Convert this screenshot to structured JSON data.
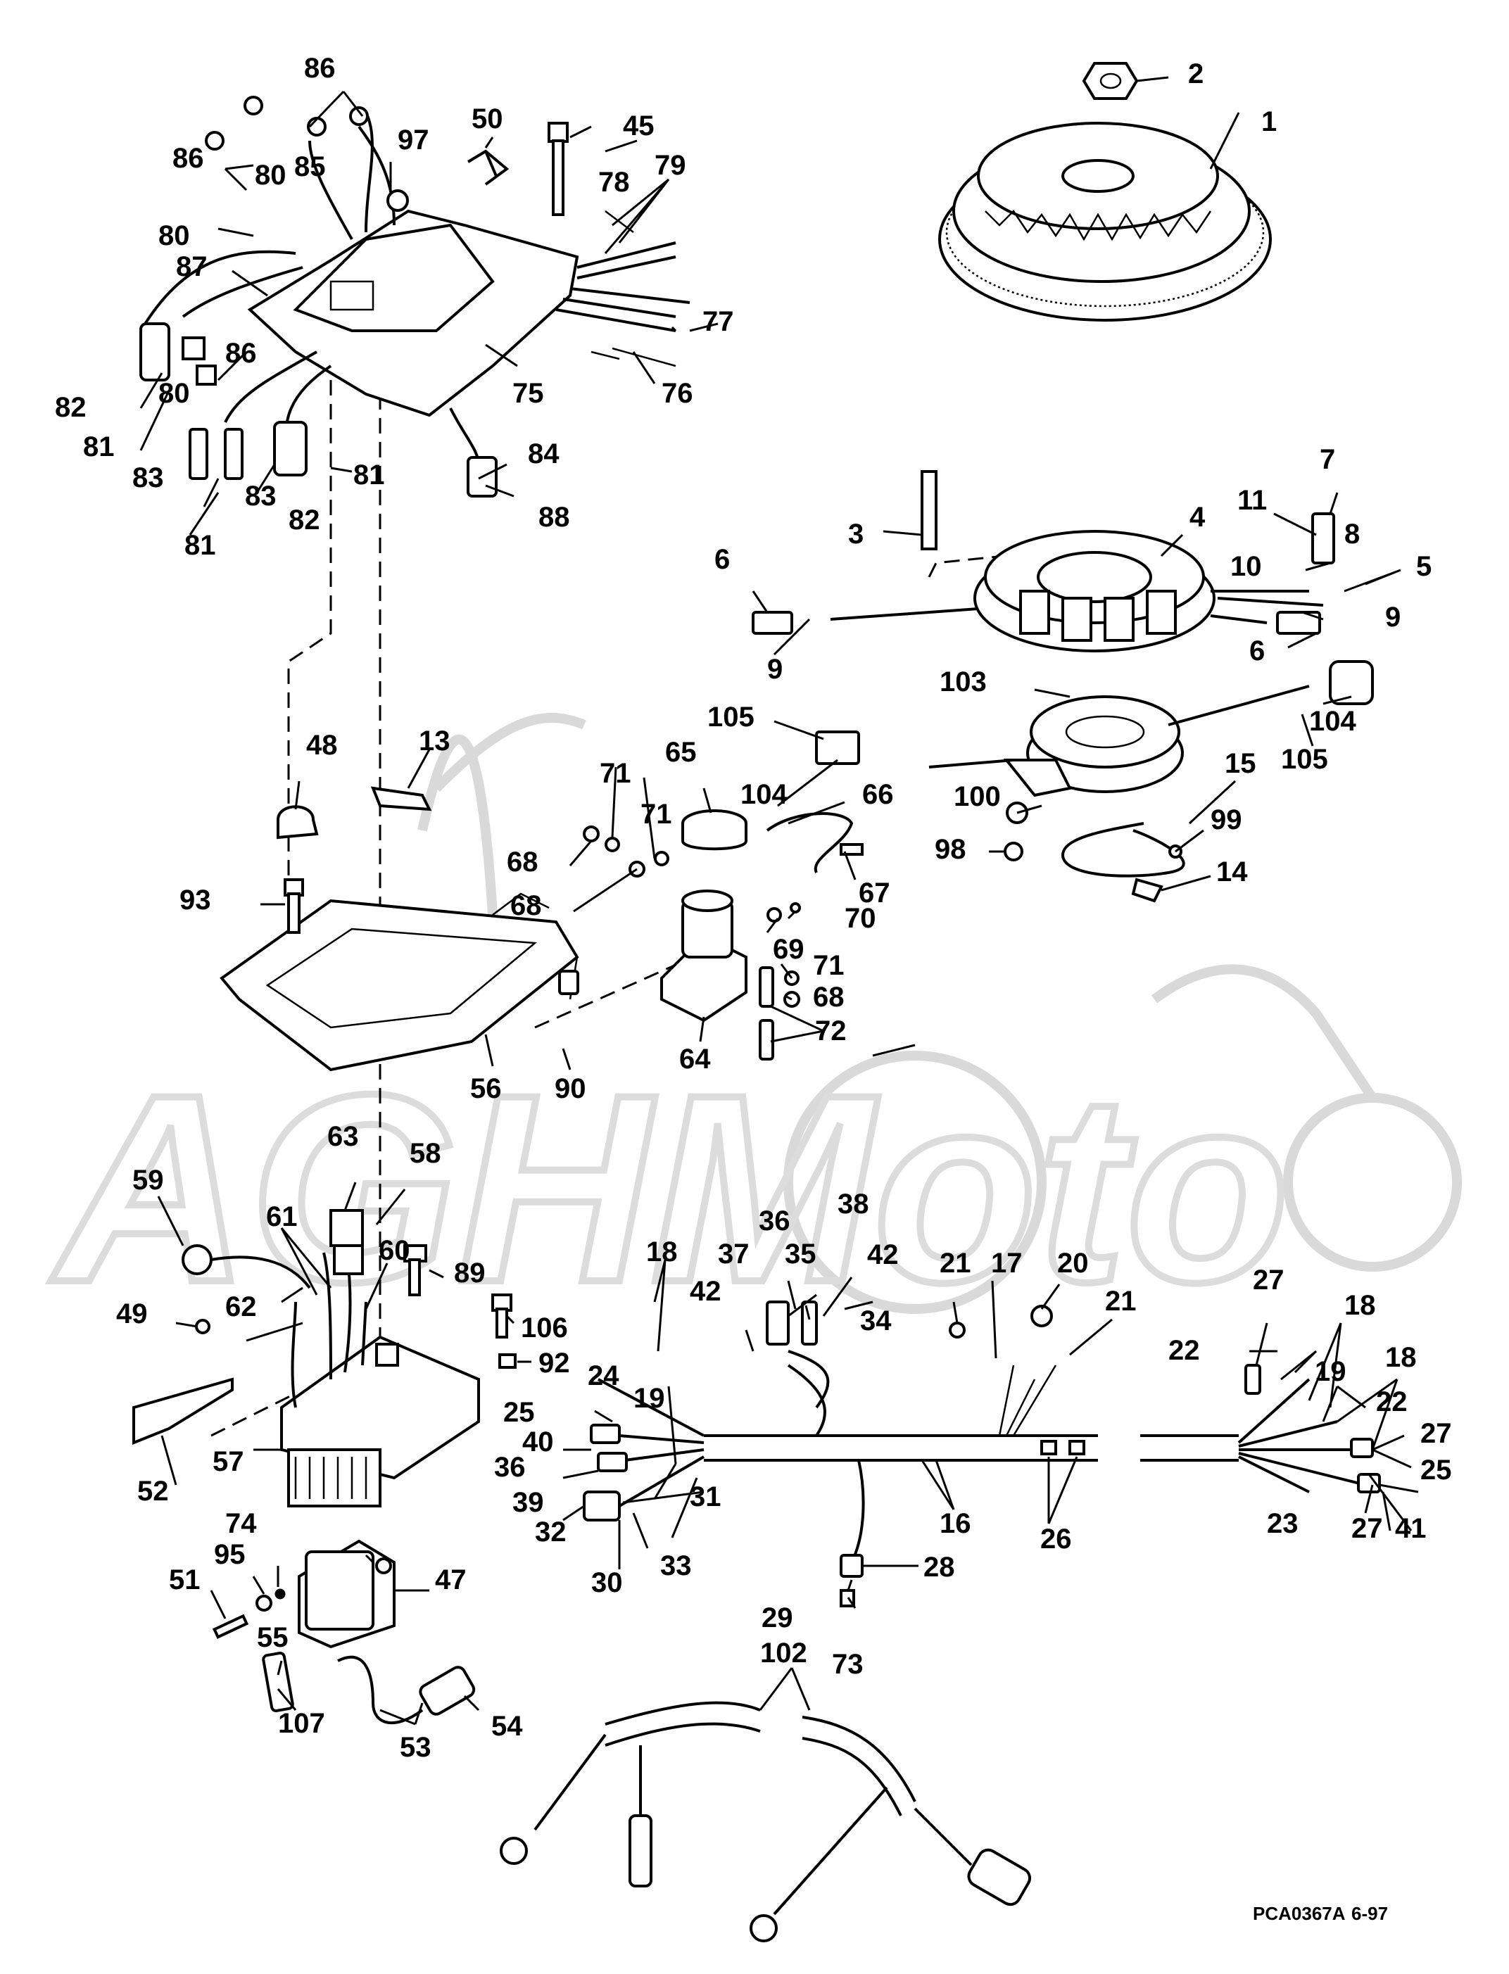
{
  "diagram": {
    "drawing_code": "PCA0367A",
    "drawing_date": "6-97",
    "watermark_text": "AGHMoto",
    "callouts": [
      "1",
      "2",
      "3",
      "4",
      "5",
      "5",
      "6",
      "6",
      "7",
      "8",
      "9",
      "9",
      "9",
      "10",
      "11",
      "13",
      "14",
      "15",
      "16",
      "16",
      "17",
      "18",
      "18",
      "18",
      "19",
      "19",
      "20",
      "21",
      "21",
      "22",
      "22",
      "23",
      "24",
      "25",
      "25",
      "26",
      "27",
      "27",
      "27",
      "28",
      "29",
      "30",
      "31",
      "32",
      "33",
      "34",
      "35",
      "36",
      "36",
      "37",
      "38",
      "39",
      "40",
      "41",
      "42",
      "42",
      "45",
      "47",
      "48",
      "49",
      "50",
      "51",
      "52",
      "53",
      "54",
      "55",
      "56",
      "57",
      "58",
      "59",
      "60",
      "61",
      "62",
      "63",
      "64",
      "65",
      "66",
      "67",
      "68",
      "68",
      "68",
      "69",
      "70",
      "71",
      "71",
      "71",
      "72",
      "73",
      "74",
      "75",
      "76",
      "77",
      "78",
      "79",
      "80",
      "80",
      "80",
      "81",
      "81",
      "81",
      "82",
      "82",
      "83",
      "83",
      "84",
      "85",
      "86",
      "86",
      "86",
      "86",
      "87",
      "88",
      "89",
      "90",
      "92",
      "93",
      "95",
      "97",
      "98",
      "99",
      "100",
      "102",
      "103",
      "104",
      "104",
      "105",
      "105",
      "106",
      "107"
    ]
  }
}
